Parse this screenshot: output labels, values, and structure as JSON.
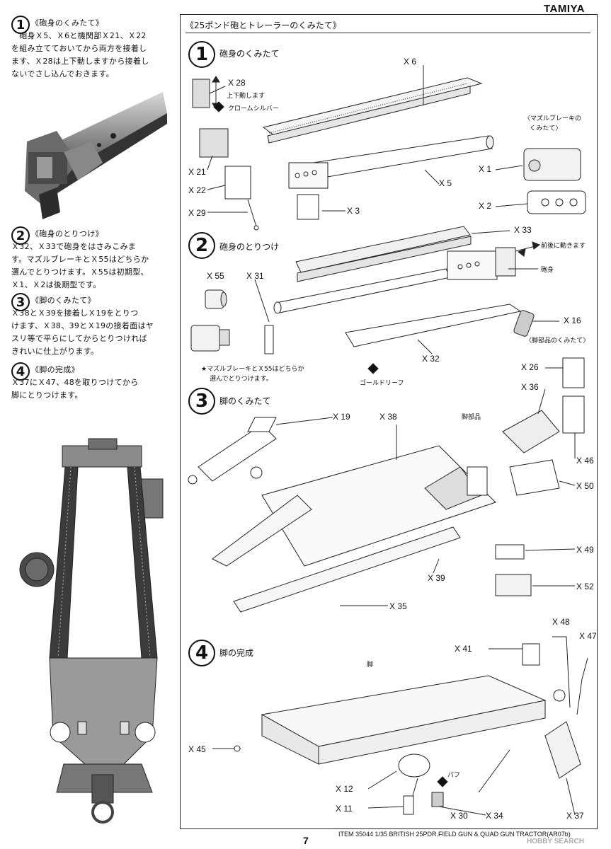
{
  "brand": "TAMIYA",
  "page_number": "7",
  "footer": "ITEM 35044  1/35 BRITISH 25PDR.FIELD GUN & QUAD GUN TRACTOR(AR07b)",
  "watermark": "HOBBY SEARCH",
  "main_title": "《25ポンド砲とトレーラーのくみたて》",
  "left_steps": [
    {
      "num": "1",
      "title": "《砲身のくみたて》",
      "lines": [
        "　砲身Ｘ5、Ｘ6と機関部Ｘ21、Ｘ22",
        "を組み立てておいてから両方を接着し",
        "ます、Ｘ28は上下動しますから接着し",
        "ないでさし込んでおきます。"
      ]
    },
    {
      "num": "2",
      "title": "《砲身のとりつけ》",
      "lines": [
        "Ｘ32、Ｘ33で砲身をはさみこみま",
        "す。マズルブレーキとＸ55はどちらか",
        "選んでとりつけます。Ｘ55は初期型、",
        "Ｘ1、Ｘ2は後期型です。"
      ]
    },
    {
      "num": "3",
      "title": "《脚のくみたて》",
      "lines": [
        "Ｘ38とＸ39を接着しＸ19をとりつ",
        "けます、Ｘ38、39とＸ19の接着面はヤ",
        "スリ等で平らにしてからとりつければ",
        "きれいに仕上がります。"
      ]
    },
    {
      "num": "4",
      "title": "《脚の完成》",
      "lines": [
        "Ｘ37にＸ47、48を取りつけてから",
        "脚にとりつけます。"
      ]
    }
  ],
  "step1": {
    "num": "1",
    "title": "砲身のくみたて",
    "up_down": "上下動します",
    "chrome_silver": "クロームシルバー",
    "muzzle_brake_title_1": "〈マズルブレーキの",
    "muzzle_brake_title_2": "くみたて〉",
    "labels": {
      "x28": "X 28",
      "x6": "X 6",
      "x21": "X 21",
      "x22": "X 22",
      "x29": "X 29",
      "x5": "X 5",
      "x3": "X 3",
      "x1": "X 1",
      "x2": "X 2"
    }
  },
  "step2": {
    "num": "2",
    "title": "砲身のとりつけ",
    "front_back": "前後に動きます",
    "barrel": "砲身",
    "leg_parts": "〈脚部品のくみたて〉",
    "note_1": "★マズルブレーキとＸ55はどちらか",
    "note_2": "選んでとりつけます。",
    "gold_leaf": "ゴールドリーフ",
    "labels": {
      "x33": "X 33",
      "x55": "X 55",
      "x31": "X 31",
      "x16": "X 16",
      "x32": "X 32"
    }
  },
  "step3": {
    "num": "3",
    "title": "脚のくみたて",
    "leg_part": "脚部品",
    "labels": {
      "x19": "X 19",
      "x38": "X 38",
      "x26": "X 26",
      "x36": "X 36",
      "x46": "X 46",
      "x50": "X 50",
      "x49": "X 49",
      "x52": "X 52",
      "x39": "X 39",
      "x35": "X 35"
    }
  },
  "step4": {
    "num": "4",
    "title": "脚の完成",
    "leg": "脚",
    "buff": "バフ",
    "labels": {
      "x48": "X 48",
      "x47": "X 47",
      "x41": "X 41",
      "x45": "X 45",
      "x12": "X 12",
      "x11": "X 11",
      "x30": "X 30",
      "x34": "X 34",
      "x37": "X 37"
    }
  }
}
